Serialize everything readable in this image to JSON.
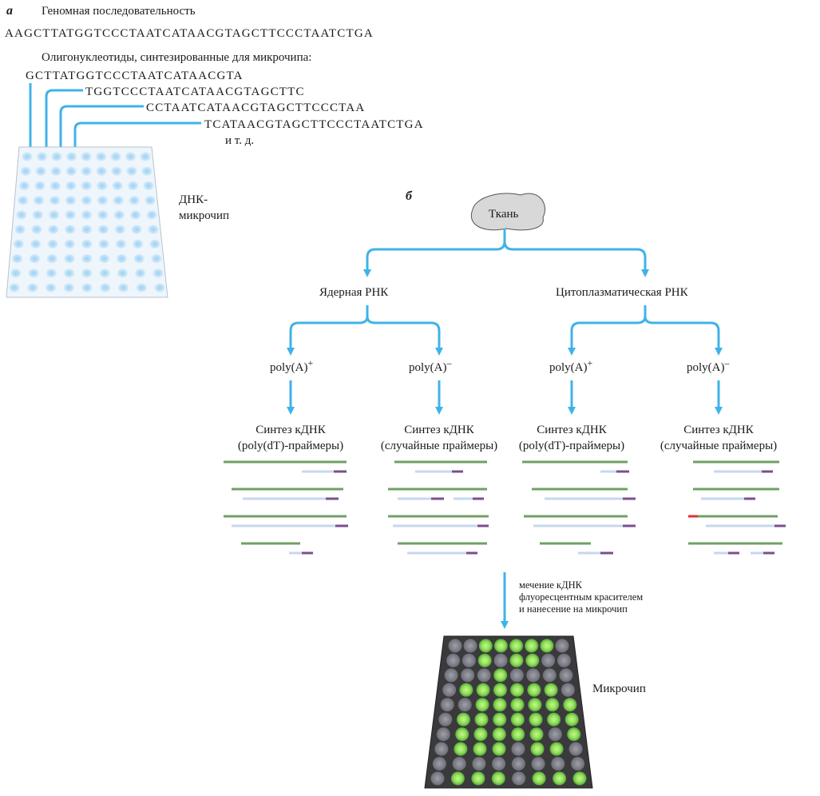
{
  "panel_a": {
    "letter": "а",
    "genome_heading": "Геномная последовательность",
    "genome_sequence": "AAGCTTATGGTCCCTAATCATAACGTAGCTTCCCTAATCTGA",
    "oligo_heading": "Олигонуклеотиды, синтезированные для микрочипа:",
    "oligos": [
      "GCTTATGGTCCCTAATCATAACGTA",
      "TGGTCCCTAATCATAACGTAGCTTC",
      "CCTAATCATAACGTAGCTTCCCTAA",
      "TCATAACGTAGCTTCCCTAATCTGA"
    ],
    "etc": "и т. д.",
    "chip_label_1": "ДНК-",
    "chip_label_2": "микрочип"
  },
  "panel_b": {
    "letter": "б",
    "tissue": "Ткань",
    "nuclear_rna": "Ядерная РНК",
    "cytoplasmic_rna": "Цитоплазматическая РНК",
    "polyA_plus": "poly(A)",
    "polyA_minus": "poly(A)",
    "plus_sign": "+",
    "minus_sign": "–",
    "synthesis_title": "Синтез кДНК",
    "primer_oligo_dT": "(poly(dT)-праймеры)",
    "primer_random": "(случайные праймеры)",
    "labeling_1": "мечение кДНК",
    "labeling_2": "флуоресцентным красителем",
    "labeling_3": "и нанесение на микрочип",
    "microchip": "Микрочип"
  },
  "colors": {
    "arrow": "#3fb3e8",
    "template_strand": "#6fa064",
    "cdna_strand": "#c7d7f0",
    "primer": "#7a4f8e",
    "red_end": "#e03030",
    "spot_blue": "#bfe0f8",
    "spot_green": "#8fe05a",
    "spot_gray": "#7b7b84",
    "chip_dark": "#3a3a3d",
    "tissue_fill": "#d8d8d8"
  }
}
